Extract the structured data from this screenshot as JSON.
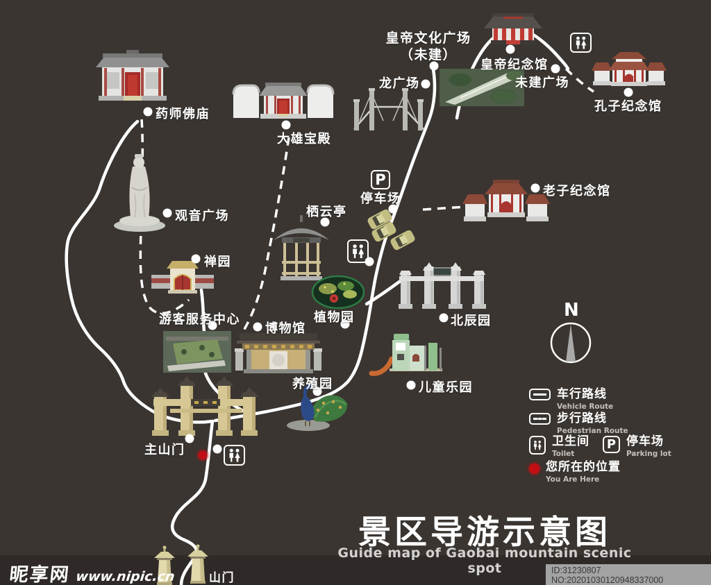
{
  "title": {
    "zh": "景区导游示意图",
    "en": "Guide map of Gaobai mountain scenic spot"
  },
  "compass": {
    "label": "N"
  },
  "icons": {
    "parking_glyph": "P"
  },
  "places": {
    "yaoshi": {
      "label": "药师佛庙"
    },
    "daxiong": {
      "label": "大雄宝殿"
    },
    "huangdi_plaza": {
      "label": "皇帝文化广场",
      "note": "（未建）"
    },
    "long_plaza": {
      "label": "龙广场"
    },
    "huangdi_hall": {
      "label": "皇帝纪念馆"
    },
    "weijian_plaza": {
      "label": "未建广场"
    },
    "kongzi": {
      "label": "孔子纪念馆"
    },
    "laozi": {
      "label": "老子纪念馆"
    },
    "parking": {
      "label": "停车场"
    },
    "qiyun": {
      "label": "栖云亭"
    },
    "guanyin": {
      "label": "观音广场"
    },
    "chanyuan": {
      "label": "禅园"
    },
    "visitor_center": {
      "label": "游客服务中心"
    },
    "museum": {
      "label": "博物馆"
    },
    "botanic": {
      "label": "植物园"
    },
    "beichen": {
      "label": "北辰园"
    },
    "children": {
      "label": "儿童乐园"
    },
    "breeding": {
      "label": "养殖园"
    },
    "main_gate": {
      "label": "主山门"
    },
    "shanmen": {
      "label": "山门"
    }
  },
  "legend": {
    "vehicle": {
      "zh": "车行路线",
      "en": "Vehicle Route"
    },
    "pedestrian": {
      "zh": "步行路线",
      "en": "Pedestrian Route"
    },
    "toilet": {
      "zh": "卫生间",
      "en": "Toilet"
    },
    "parking": {
      "zh": "停车场",
      "en": "Parking lot"
    },
    "you_are_here": {
      "zh": "您所在的位置",
      "en": "You Are Here"
    }
  },
  "watermark": {
    "site_name": "昵享网",
    "site_url": "www.nipic.cn",
    "id_text": "ID:31230807 NO:20201030120948337000"
  },
  "colors": {
    "background": "#3a3531",
    "footer_bar": "#2f2a27",
    "route": "#ffffff",
    "red_marker": "#c30f14",
    "roof_red": "#8d4a38",
    "pillar_tan": "#d6c795"
  }
}
